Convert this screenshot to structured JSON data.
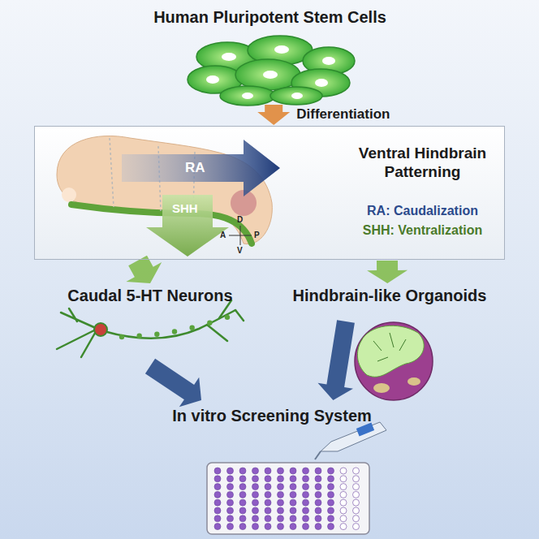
{
  "diagram": {
    "nodes": [
      {
        "text": [
          "Human Pluripotent Stem Cells"
        ]
      },
      {
        "text": [
          "Ventral Hindbrain Patterning",
          "RA: Caudalization",
          "SHH: Ventralization"
        ]
      },
      {
        "text": [
          "Caudal 5-HT Neurons"
        ]
      },
      {
        "text": [
          "Hindbrain-like Organoids"
        ]
      },
      {
        "text": [
          "In vitro Screening System"
        ]
      }
    ],
    "edges": [
      {
        "from": 0,
        "to": 1,
        "arrow": "to",
        "label": "Differentiation"
      },
      {
        "from": 1,
        "to": 2,
        "arrow": "to"
      },
      {
        "from": 1,
        "to": 3,
        "arrow": "to"
      },
      {
        "from": 2,
        "to": 4,
        "arrow": "to"
      },
      {
        "from": 3,
        "to": 4,
        "arrow": "to"
      }
    ],
    "labels": [
      "RA",
      "SHH",
      "D",
      "A",
      "P",
      "V"
    ]
  }
}
